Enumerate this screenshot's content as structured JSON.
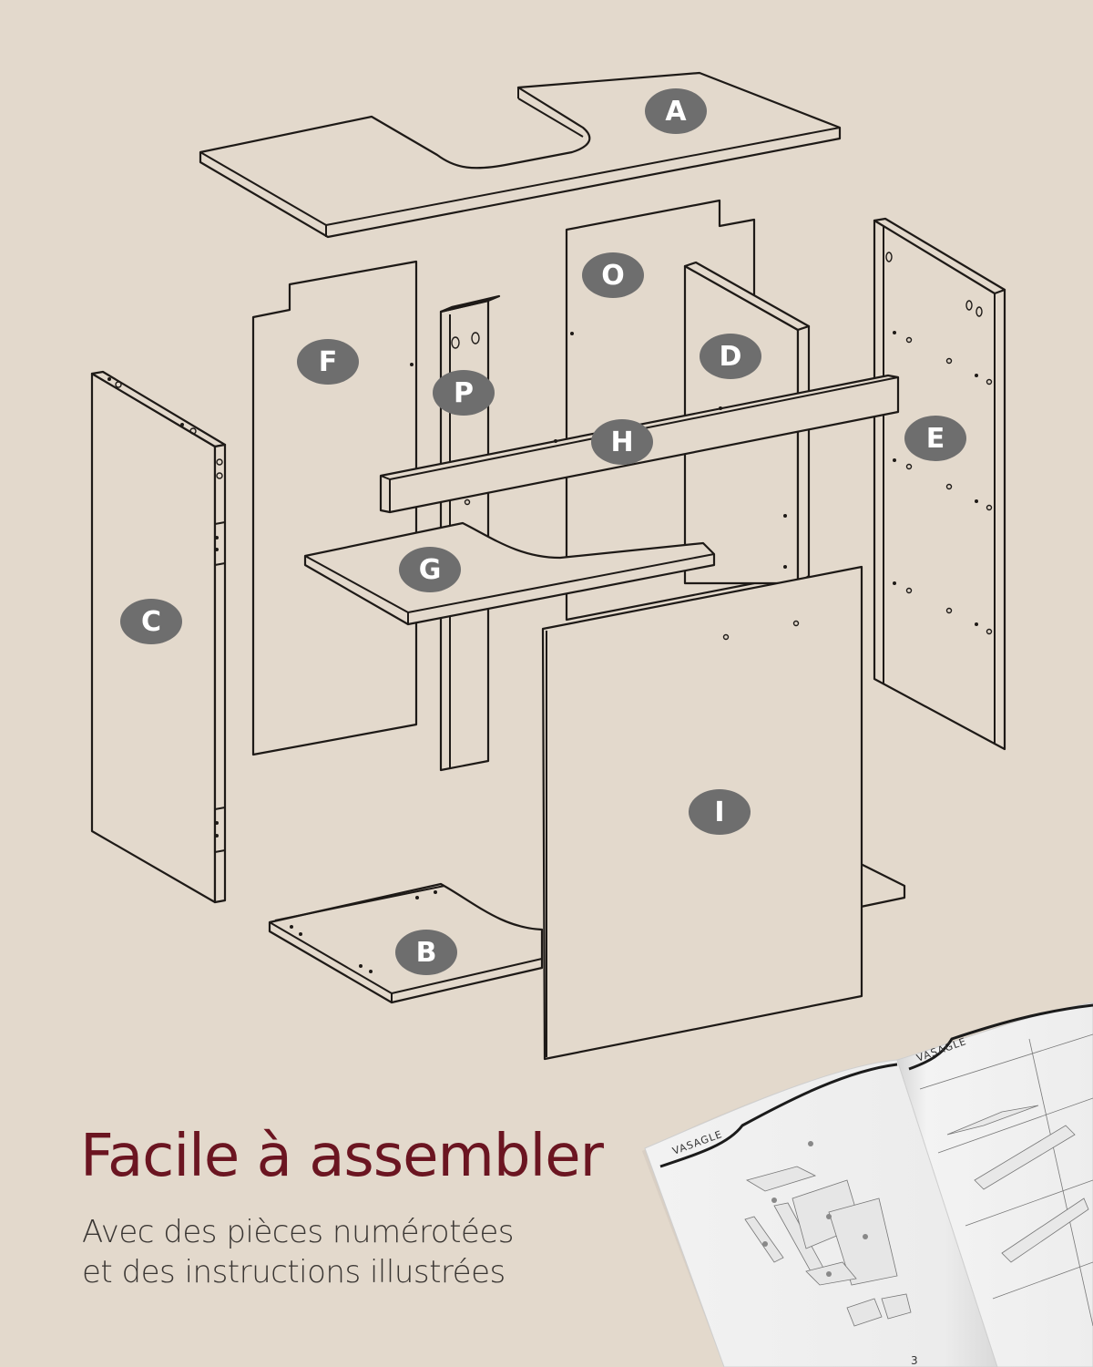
{
  "headline": "Facile à assembler",
  "subtitle": {
    "line1": "Avec des pièces numérotées",
    "line2": "et des instructions illustrées"
  },
  "parts": [
    {
      "id": "A",
      "label": "A"
    },
    {
      "id": "O",
      "label": "O"
    },
    {
      "id": "F",
      "label": "F"
    },
    {
      "id": "P",
      "label": "P"
    },
    {
      "id": "D",
      "label": "D"
    },
    {
      "id": "E",
      "label": "E"
    },
    {
      "id": "H",
      "label": "H"
    },
    {
      "id": "C",
      "label": "C"
    },
    {
      "id": "G",
      "label": "G"
    },
    {
      "id": "I",
      "label": "I"
    },
    {
      "id": "B",
      "label": "B"
    }
  ],
  "booklet": {
    "brand_left": "VASAGLE",
    "brand_right": "VASAGLE",
    "page_number": "3"
  },
  "colors": {
    "background": "#e3d9cc",
    "headline": "#6b1521",
    "subtitle": "#3a3633",
    "badge": "#6e6e6e",
    "line": "#1e1a17"
  }
}
